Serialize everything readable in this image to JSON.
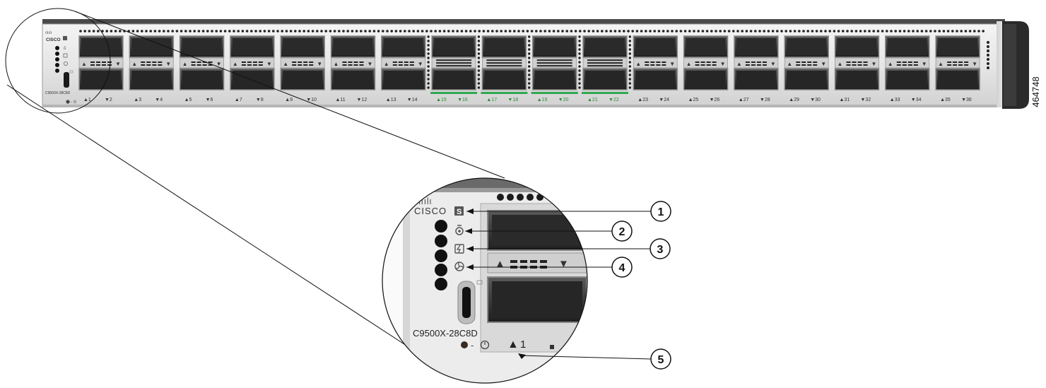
{
  "figure_id": "464748",
  "brand": "CISCO",
  "model": "C9500X-28C8D",
  "model_small": "C9500X-28C8D",
  "callouts": [
    "1",
    "2",
    "3",
    "4",
    "5"
  ],
  "ports": [
    {
      "up": "1",
      "down": "2",
      "type": "qsfp28"
    },
    {
      "up": "3",
      "down": "4",
      "type": "qsfp28"
    },
    {
      "up": "5",
      "down": "6",
      "type": "qsfp28"
    },
    {
      "up": "7",
      "down": "8",
      "type": "qsfp28"
    },
    {
      "up": "9",
      "down": "10",
      "type": "qsfp28"
    },
    {
      "up": "11",
      "down": "12",
      "type": "qsfp28"
    },
    {
      "up": "13",
      "down": "14",
      "type": "qsfp28"
    },
    {
      "up": "15",
      "down": "16",
      "type": "qsfpdd"
    },
    {
      "up": "17",
      "down": "18",
      "type": "qsfpdd"
    },
    {
      "up": "19",
      "down": "20",
      "type": "qsfpdd"
    },
    {
      "up": "21",
      "down": "22",
      "type": "qsfpdd"
    },
    {
      "up": "23",
      "down": "24",
      "type": "qsfp28"
    },
    {
      "up": "25",
      "down": "26",
      "type": "qsfp28"
    },
    {
      "up": "27",
      "down": "28",
      "type": "qsfp28"
    },
    {
      "up": "29",
      "down": "30",
      "type": "qsfp28"
    },
    {
      "up": "31",
      "down": "32",
      "type": "qsfp28"
    },
    {
      "up": "33",
      "down": "34",
      "type": "qsfp28"
    },
    {
      "up": "35",
      "down": "36",
      "type": "qsfp28"
    }
  ],
  "zoom_port_label": "1",
  "colors": {
    "chassis": "#e9e9e9",
    "cage": "#3a3a3a",
    "highlight": "#2fa84f",
    "label_green": "#2e8b3a"
  }
}
